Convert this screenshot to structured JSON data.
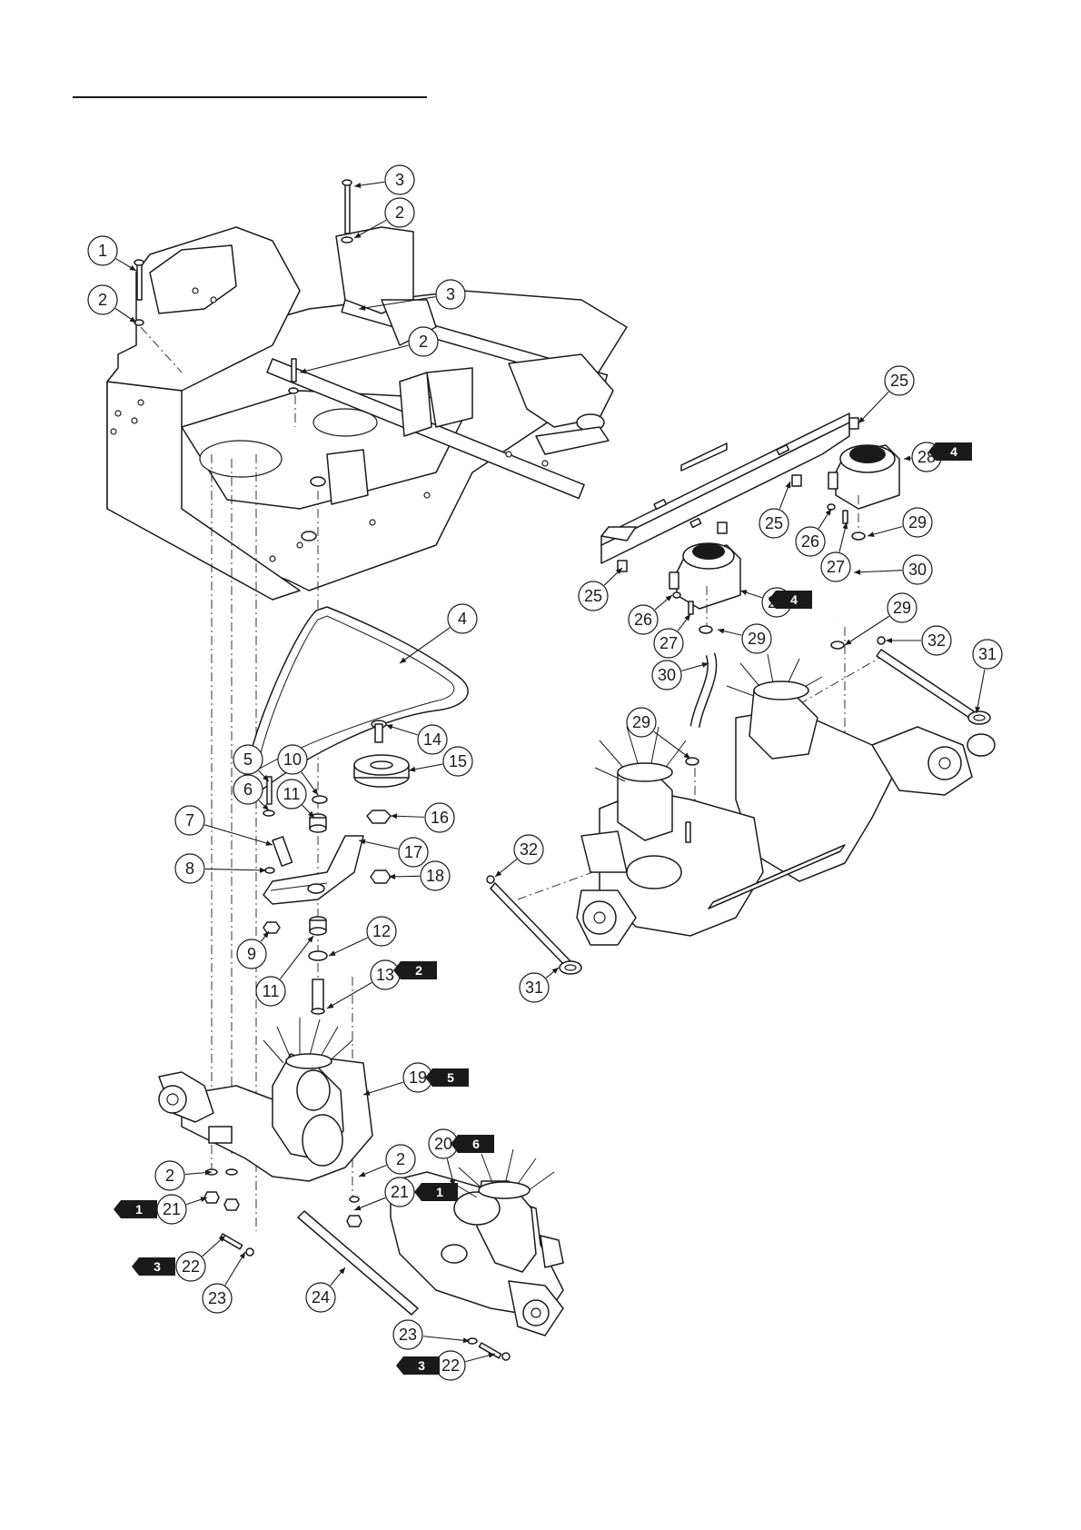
{
  "callouts": [
    "1",
    "2",
    "3",
    "2",
    "3",
    "2",
    "25",
    "28",
    "25",
    "26",
    "27",
    "29",
    "25",
    "26",
    "27",
    "28",
    "29",
    "30",
    "29",
    "32",
    "31",
    "30",
    "29",
    "4",
    "14",
    "5",
    "10",
    "15",
    "6",
    "11",
    "16",
    "7",
    "17",
    "8",
    "18",
    "9",
    "11",
    "12",
    "13",
    "32",
    "31",
    "19",
    "20",
    "2",
    "2",
    "21",
    "21",
    "22",
    "23",
    "24",
    "23",
    "22"
  ],
  "tags": [
    "4",
    "4",
    "2",
    "5",
    "6",
    "1",
    "1",
    "3",
    "3"
  ]
}
